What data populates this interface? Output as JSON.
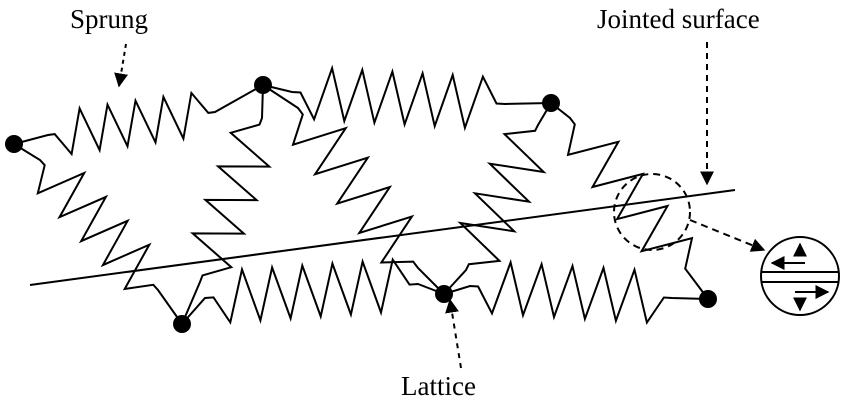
{
  "labels": {
    "sprung": "Sprung",
    "jointed_surface": "Jointed surface",
    "lattice": "Lattice"
  },
  "colors": {
    "ink": "#000000",
    "background": "#ffffff"
  }
}
